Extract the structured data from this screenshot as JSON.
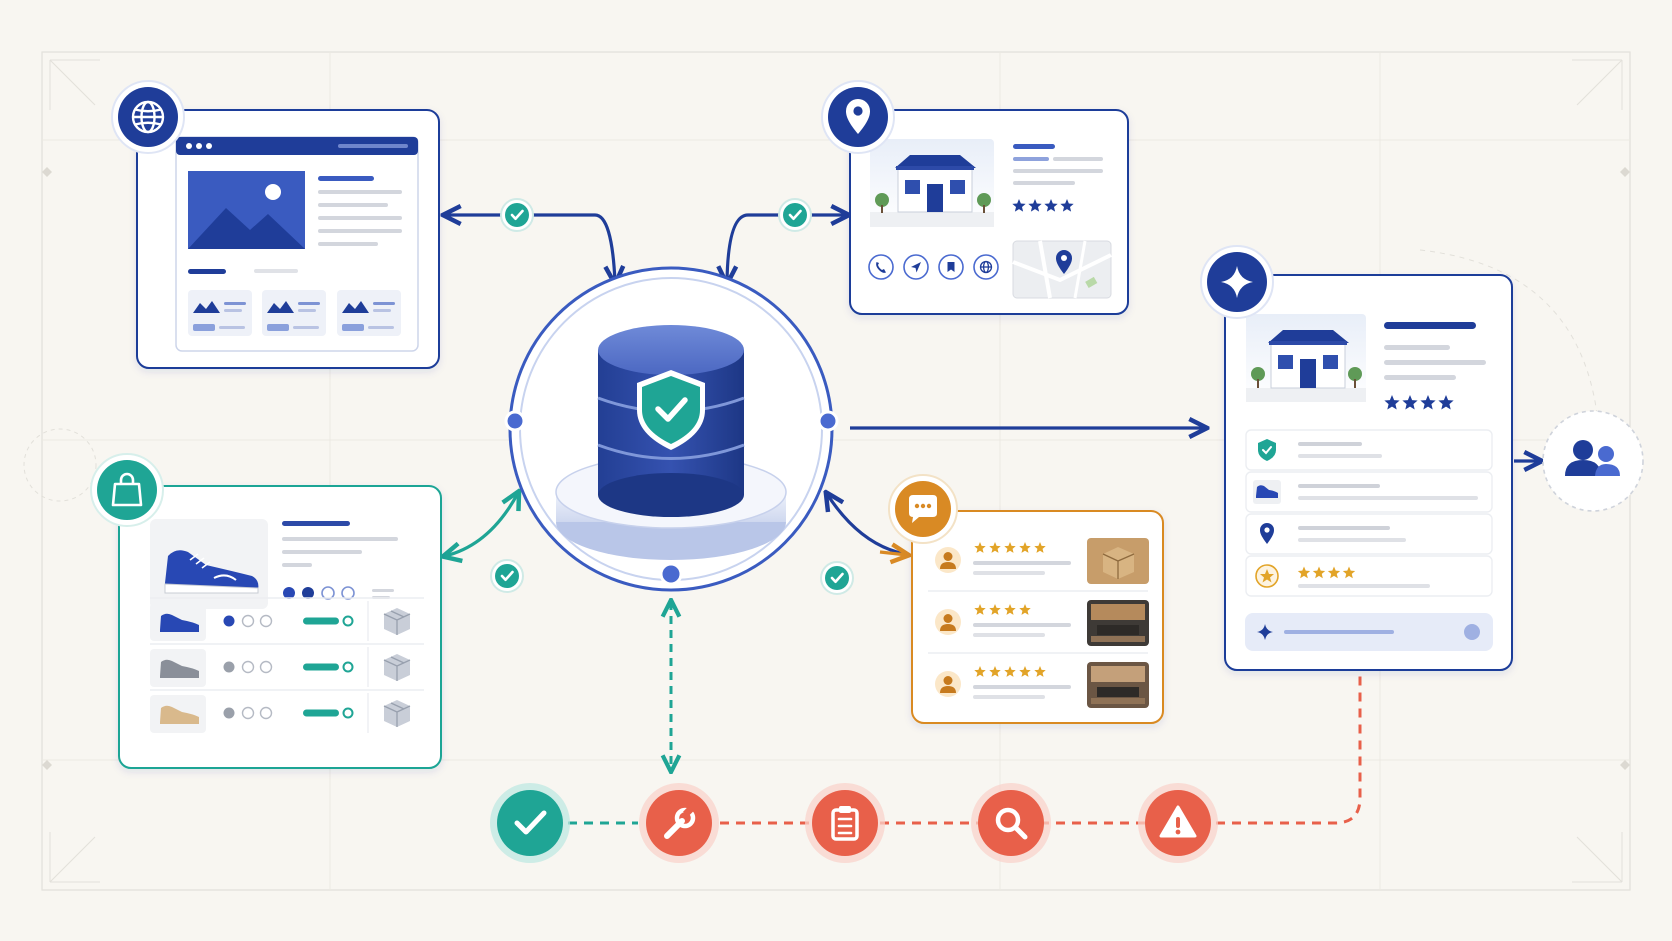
{
  "colors": {
    "background": "#f8f6f1",
    "primary": "#1f3d99",
    "primary_mid": "#4a6ad0",
    "primary_light": "#dfe6f8",
    "teal": "#1fa595",
    "teal_light": "#bfe8e2",
    "orange": "#d98a24",
    "coral": "#e8604a",
    "coral_light": "#f9d3cb",
    "gray_line": "#c9ccd3",
    "star": "#1f3d99",
    "star_gold": "#e2a428"
  },
  "nodes": {
    "website": {
      "icon": "globe-icon",
      "accent": "#1f3d99"
    },
    "local_listing": {
      "icon": "map-pin-icon",
      "accent": "#1f3d99",
      "rating_stars": 4
    },
    "product_catalog": {
      "icon": "shopping-bag-icon",
      "accent": "#1fa595",
      "variants": 3
    },
    "reviews": {
      "icon": "chat-bubble-icon",
      "accent": "#d98a24",
      "ratings": [
        5,
        4,
        5
      ]
    },
    "ai_profile": {
      "icon": "sparkle-icon",
      "accent": "#1f3d99",
      "rating_stars": 4
    },
    "hub": {
      "icon": "shield-check-icon",
      "kind": "database"
    },
    "audience": {
      "icon": "users-icon"
    }
  },
  "pipeline": [
    {
      "icon": "check-icon",
      "color": "#1fa595"
    },
    {
      "icon": "wrench-icon",
      "color": "#e8604a"
    },
    {
      "icon": "clipboard-icon",
      "color": "#e8604a"
    },
    {
      "icon": "magnifier-icon",
      "color": "#e8604a"
    },
    {
      "icon": "warning-icon",
      "color": "#e8604a"
    }
  ]
}
